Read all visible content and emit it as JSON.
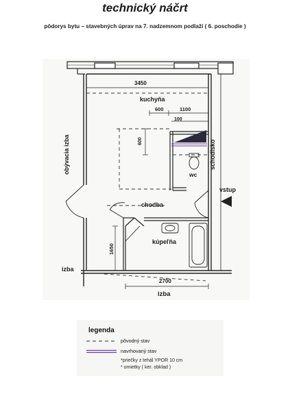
{
  "header": {
    "title": "technický náčrt",
    "subtitle": "pôdorys bytu – stavebných úprav  na 7. nadzemnom  podlaží ( 6. poschodie )"
  },
  "plan": {
    "rooms": {
      "kitchen": "kuchyňa",
      "living_room": "obývacia izba",
      "staircase": "schodisko",
      "hallway": "chodba",
      "bathroom": "kúpeľňa",
      "wc": "wc",
      "entrance": "vstup",
      "room_left": "izba",
      "room_bottom": "izba"
    },
    "dimensions": {
      "width_total": "3450",
      "kitchen_a": "600",
      "kitchen_b": "1100",
      "kitchen_c": "100",
      "kitchen_depth": "600",
      "bath_height": "1650",
      "bath_width": "2700"
    }
  },
  "legend": {
    "title": "legenda",
    "items": [
      {
        "style": "dashed",
        "label": "pôvodný stav",
        "color": "#2a2a2a"
      },
      {
        "style": "double-purple",
        "label": "navrhovaný stav",
        "color": "#6a3fa0"
      }
    ],
    "notes": [
      "*priečky z tehál YPOR 10 cm",
      "* omietky ( ker. obklad )"
    ]
  }
}
